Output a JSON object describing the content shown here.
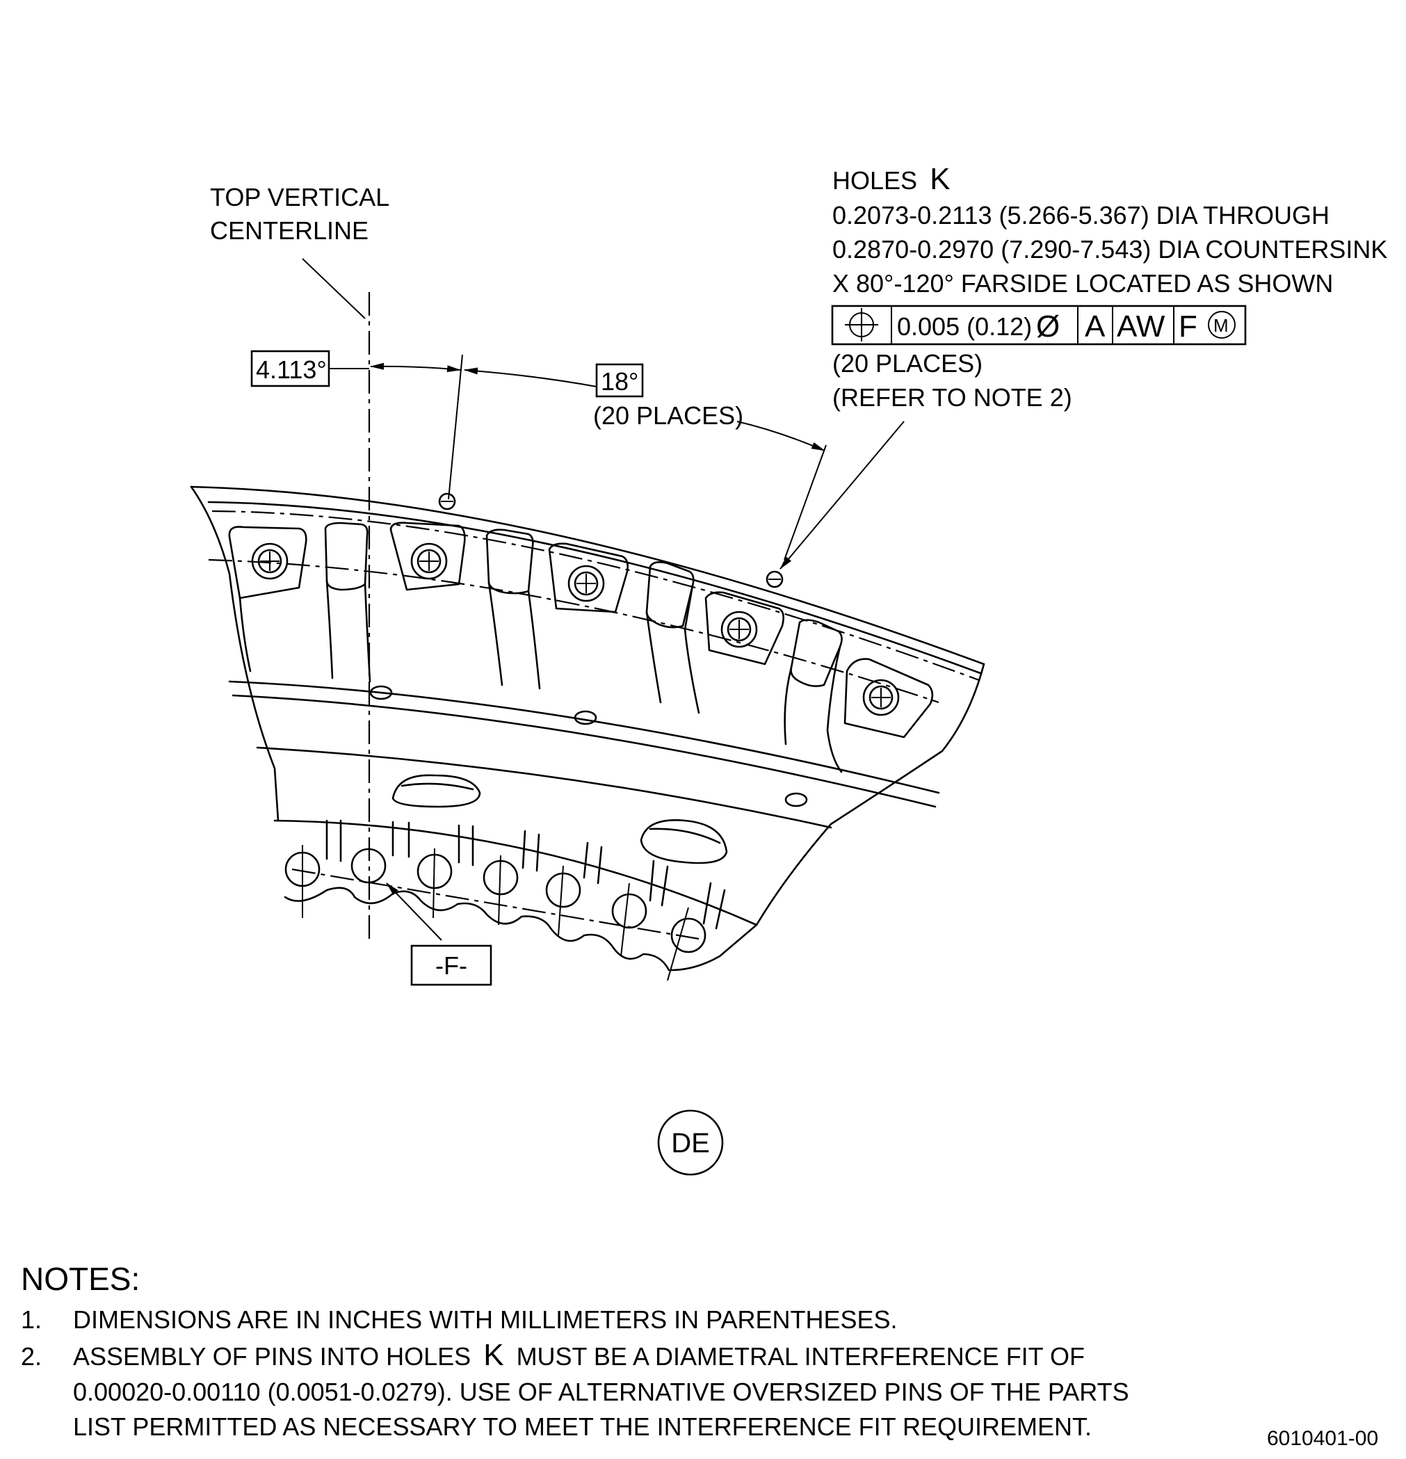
{
  "labels": {
    "centerline_line1": "TOP VERTICAL",
    "centerline_line2": "CENTERLINE",
    "angle_offset": "4.113°",
    "angle_spacing": "18°",
    "spacing_places": "(20 PLACES)",
    "datum_f": "-F-",
    "view_tag": "DE",
    "drawing_number": "6010401-00"
  },
  "holes_callout": {
    "title_text": "HOLES",
    "title_letter": "K",
    "line1": "0.2073-0.2113 (5.266-5.367) DIA THROUGH",
    "line2": "0.2870-0.2970 (7.290-7.543) DIA COUNTERSINK",
    "line3": "X 80°-120° FARSIDE LOCATED AS SHOWN",
    "places": "(20 PLACES)",
    "refer": "(REFER TO NOTE 2)"
  },
  "feature_control_frame": {
    "symbol": "position-icon",
    "tolerance": "0.005 (0.12)",
    "diameter_symbol": "Ø",
    "datum_a": "A",
    "datum_aw": "AW",
    "datum_f": "F",
    "modifier": "M"
  },
  "notes": {
    "heading": "NOTES:",
    "items": [
      {
        "num": "1.",
        "lines": [
          "DIMENSIONS ARE IN INCHES WITH MILLIMETERS IN PARENTHESES."
        ]
      },
      {
        "num": "2.",
        "lead": "ASSEMBLY OF PINS INTO HOLES",
        "letter": "K",
        "rest": "MUST BE A DIAMETRAL INTERFERENCE FIT OF",
        "lines": [
          "0.00020-0.00110 (0.0051-0.0279). USE OF ALTERNATIVE OVERSIZED PINS OF THE PARTS",
          "LIST PERMITTED AS NECESSARY TO MEET THE INTERFERENCE FIT REQUIREMENT."
        ]
      }
    ]
  }
}
